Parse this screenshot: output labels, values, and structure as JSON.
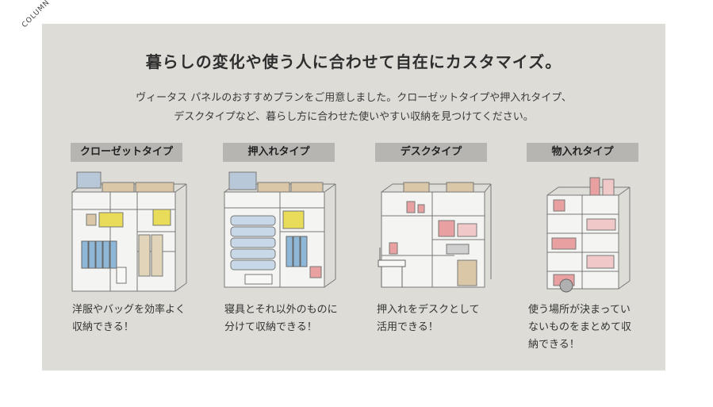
{
  "ribbon": "COLUMN",
  "title": "暮らしの変化や使う人に合わせて自在にカスタマイズ。",
  "subtitle": [
    "ヴィータス パネルのおすすめプランをご用意しました。クローゼットタイプや押入れタイプ、",
    "デスクタイプなど、暮らし方に合わせた使いやすい収納を見つけてください。"
  ],
  "cards": [
    {
      "label": "クローゼットタイプ",
      "desc": "洋服やバッグを効率よく\n収納できる！"
    },
    {
      "label": "押入れタイプ",
      "desc": "寝具とそれ以外のものに\n分けて収納できる！"
    },
    {
      "label": "デスクタイプ",
      "desc": "押入れをデスクとして\n活用できる！"
    },
    {
      "label": "物入れタイプ",
      "desc": "使う場所が決まってい\nないものをまとめて収\n納できる！"
    }
  ],
  "colors": {
    "panel": "#dddcd7",
    "label_bg": "#b6b5b1",
    "accent_yellow": "#e8dc5a",
    "accent_blue": "#8fb8d8",
    "accent_pink": "#e8a0a0",
    "accent_beige": "#d9c7a8"
  }
}
